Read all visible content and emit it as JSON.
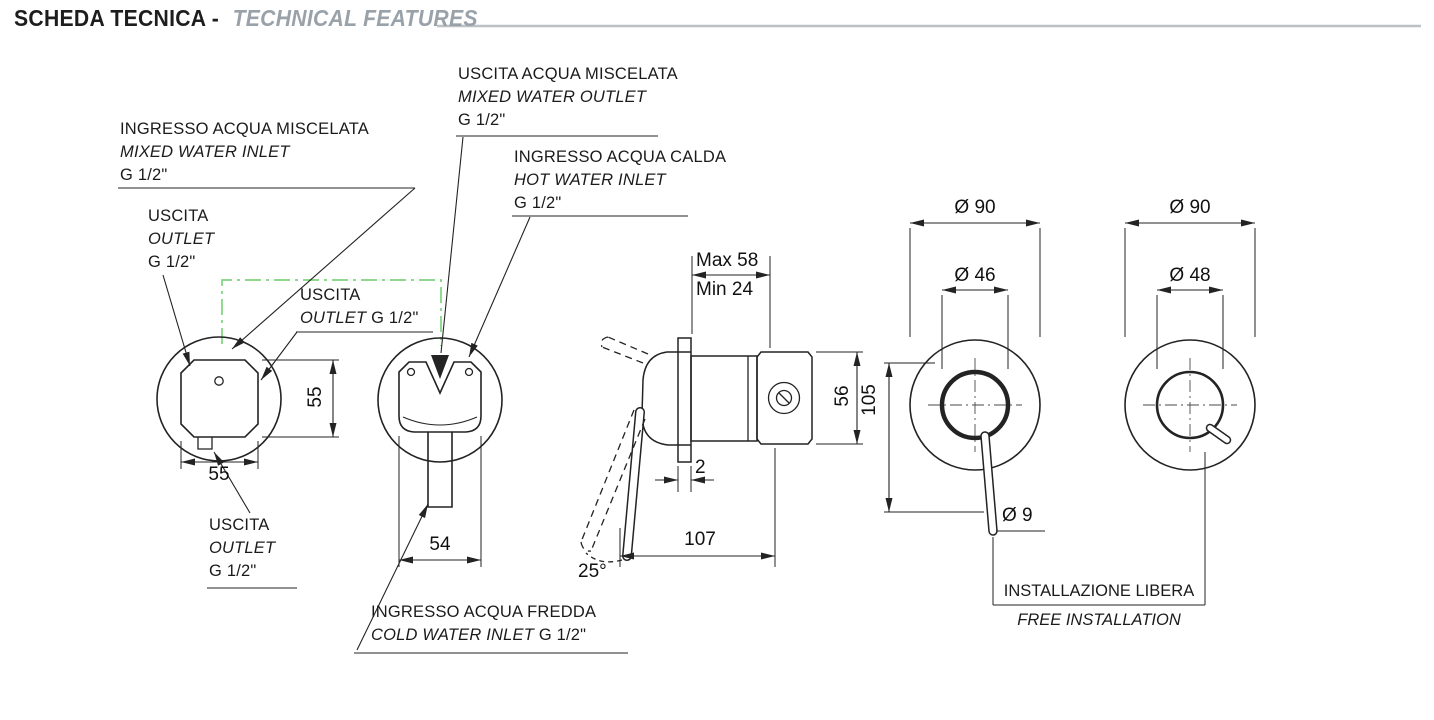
{
  "header": {
    "title_it": "SCHEDA TECNICA -",
    "title_en": "TECHNICAL FEATURES"
  },
  "labels": {
    "mixed_outlet": {
      "it": "USCITA ACQUA MISCELATA",
      "en": "MIXED WATER OUTLET",
      "size": "G 1/2\""
    },
    "mixed_inlet": {
      "it": "INGRESSO ACQUA MISCELATA",
      "en": "MIXED WATER INLET",
      "size": "G 1/2\""
    },
    "hot_inlet": {
      "it": "INGRESSO ACQUA CALDA",
      "en": "HOT WATER INLET",
      "size": "G 1/2\""
    },
    "outlet_left": {
      "it": "USCITA",
      "en": "OUTLET",
      "size": "G 1/2\""
    },
    "outlet_mid": {
      "it": "USCITA",
      "en": "OUTLET",
      "size": "G 1/2\""
    },
    "outlet_bottom": {
      "it": "USCITA",
      "en": "OUTLET",
      "size": "G 1/2\""
    },
    "cold_inlet": {
      "it": "INGRESSO ACQUA FREDDA",
      "en": "COLD WATER INLET",
      "size": "G 1/2\""
    },
    "free_installation": {
      "it": "INSTALLAZIONE LIBERA",
      "en": "FREE INSTALLATION"
    }
  },
  "dimensions": {
    "front_dia_1": "Ø 90",
    "cartridge_dia_1": "Ø 46",
    "front_dia_2": "Ø 90",
    "cartridge_dia_2": "Ø 48",
    "lever_dia": "Ø 9",
    "depth_max": "Max 58",
    "depth_min": "Min 24",
    "body_height": "56",
    "overall_height": "105",
    "plate_thickness": "2",
    "overall_depth": "107",
    "lever_angle": "25°",
    "body_width_v": "55",
    "body_width_h": "55",
    "body_width_2": "54"
  },
  "colors": {
    "line": "#232323",
    "accent_green": "#7ed47e",
    "header_gray": "#99a1a9",
    "rule_gray": "#bcc1c6"
  }
}
